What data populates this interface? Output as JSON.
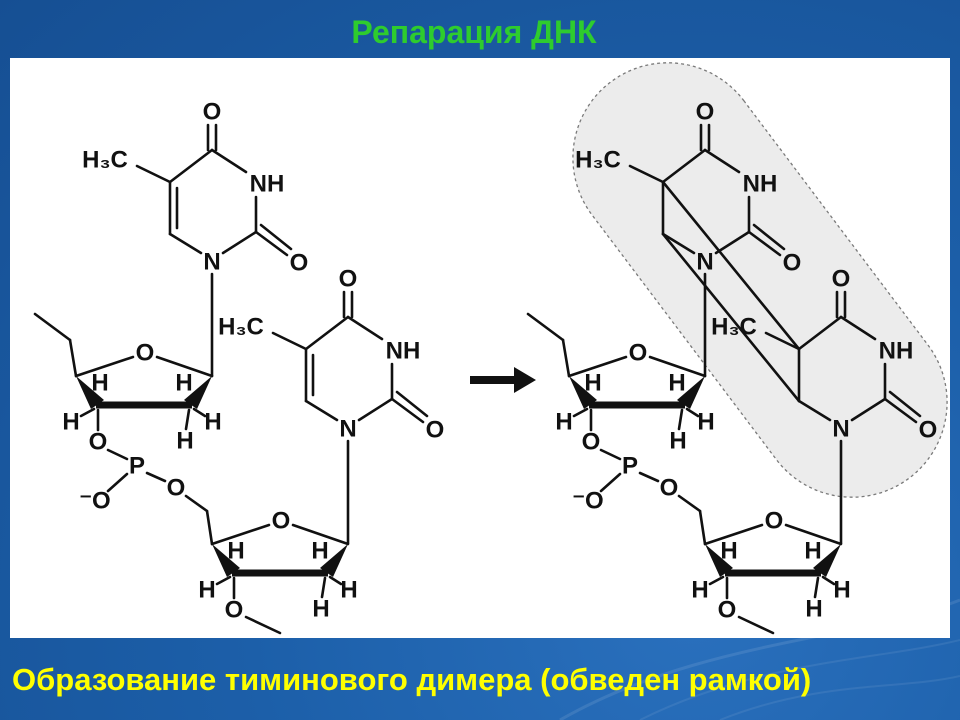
{
  "slide": {
    "title": "Репарация ДНК",
    "caption": "Образование тиминового димера (обведен рамкой)"
  },
  "colors": {
    "background": "#1c5fa9",
    "title": "#2ecc2e",
    "caption": "#ffff00",
    "panel": "#ffffff",
    "dimer_highlight": "#ececec"
  },
  "diagram": {
    "arrow_icon": "right-arrow-icon",
    "before": {
      "thymine_1": {
        "o4": "O",
        "n3": "NH",
        "n1": "N",
        "o2": "O",
        "methyl": "H₃C"
      },
      "thymine_2": {
        "o4": "O",
        "n3": "NH",
        "n1": "N",
        "o2": "O",
        "methyl": "H₃C"
      },
      "sugar_1": {
        "ring_o": "O",
        "h_c4": "H",
        "h_c1": "H",
        "h_c3": "H",
        "h_c2_right": "H",
        "h_c2_down": "H",
        "o3": "O"
      },
      "phosphate": {
        "p": "P",
        "o5": "O",
        "o_minus": "⁻O"
      },
      "sugar_2": {
        "ring_o": "O",
        "h_c4": "H",
        "h_c1": "H",
        "h_c3": "H",
        "h_c2_right": "H",
        "h_c2_down": "H",
        "o3": "O"
      }
    },
    "after": {
      "thymine_1": {
        "o4": "O",
        "n3": "NH",
        "n1": "N",
        "o2": "O",
        "methyl": "H₃C"
      },
      "thymine_2": {
        "o4": "O",
        "n3": "NH",
        "n1": "N",
        "o2": "O",
        "methyl": "H₃C"
      },
      "sugar_1": {
        "ring_o": "O",
        "h_c4": "H",
        "h_c1": "H",
        "h_c3": "H",
        "h_c2_right": "H",
        "h_c2_down": "H",
        "o3": "O"
      },
      "phosphate": {
        "p": "P",
        "o5": "O",
        "o_minus": "⁻O"
      },
      "sugar_2": {
        "ring_o": "O",
        "h_c4": "H",
        "h_c1": "H",
        "h_c3": "H",
        "h_c2_right": "H",
        "h_c2_down": "H",
        "o3": "O"
      }
    }
  }
}
